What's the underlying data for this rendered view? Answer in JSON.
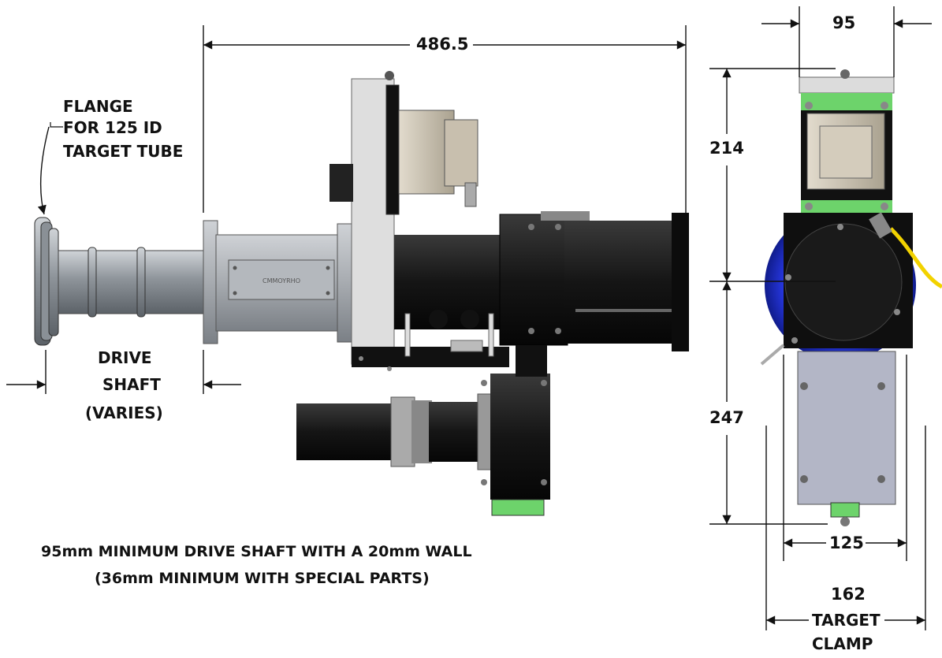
{
  "labels": {
    "flange": [
      "FLANGE",
      "FOR 125 ID",
      "TARGET TUBE"
    ],
    "drive_shaft": [
      "DRIVE",
      "SHAFT",
      "(VARIES)"
    ],
    "note_line1": "95mm MINIMUM DRIVE SHAFT WITH A 20mm WALL",
    "note_line2": "(36mm MINIMUM WITH SPECIAL PARTS)",
    "target_clamp": [
      "TARGET",
      "CLAMP"
    ],
    "nameplate": "CMMOYRHO"
  },
  "dimensions": {
    "overall_length": "486.5",
    "side_width_top": "95",
    "upper_height": "214",
    "lower_height": "247",
    "bottom_width": "125",
    "clamp_width": "162"
  },
  "colors": {
    "steel": "#9aa0a6",
    "black_housing": "#141414",
    "beige_motor": "#cfc6b6",
    "green_plate": "#6dd36b",
    "blue_ring": "#1f2fd6",
    "cable_yellow": "#f2d200",
    "lower_housing": "#b3b6c6",
    "bracket_light": "#dcdcdc"
  }
}
